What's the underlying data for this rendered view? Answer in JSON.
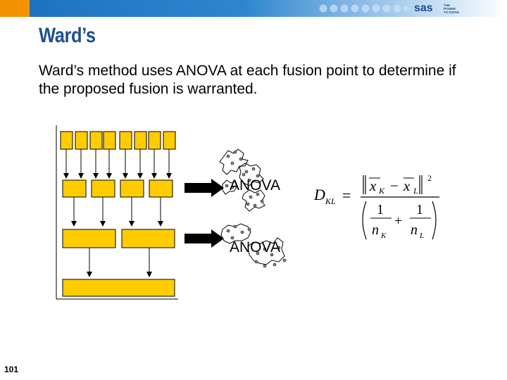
{
  "slide": {
    "title": "Ward’s",
    "body": "Ward’s method uses ANOVA at each fusion point to determine if the proposed fusion is warranted.",
    "page_number": "101"
  },
  "brand": {
    "logo_text": "sas",
    "tagline": "THE\nPOWER\nTO KNOW."
  },
  "diagram": {
    "anova_top": "ANOVA",
    "anova_bottom": "ANOVA",
    "box_color": "#ffcc00"
  },
  "formula": {
    "lhs": "D",
    "lhs_sub": "KL",
    "equals": "=",
    "num_x": "x",
    "num_sub_k": "K",
    "num_minus": "−",
    "num_sub_l": "L",
    "power": "2",
    "den_one_a": "1",
    "den_one_b": "1",
    "den_plus": "+",
    "den_n": "n",
    "den_sub_k": "K",
    "den_sub_l": "L"
  },
  "colors": {
    "header_blue": "#1e73be",
    "header_orange": "#f39200",
    "title_blue": "#1e4f8c"
  }
}
